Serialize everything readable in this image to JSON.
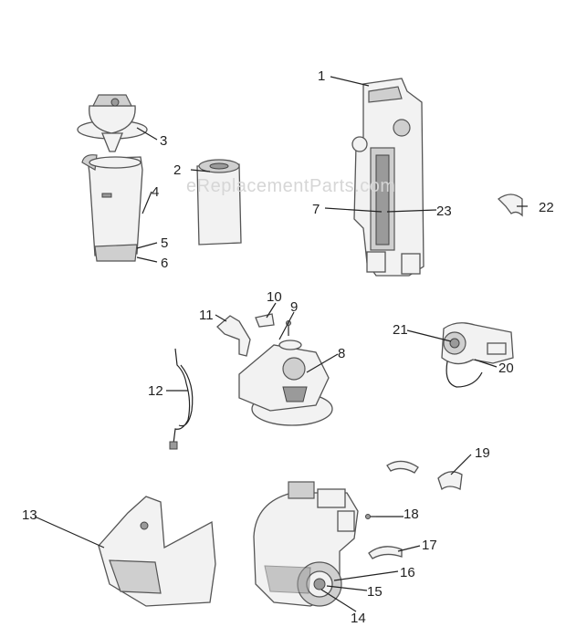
{
  "watermark": "eReplacementParts.com",
  "callouts": [
    {
      "id": "1",
      "label": "1"
    },
    {
      "id": "2",
      "label": "2"
    },
    {
      "id": "3",
      "label": "3"
    },
    {
      "id": "4",
      "label": "4"
    },
    {
      "id": "5",
      "label": "5"
    },
    {
      "id": "6",
      "label": "6"
    },
    {
      "id": "7",
      "label": "7"
    },
    {
      "id": "8",
      "label": "8"
    },
    {
      "id": "9",
      "label": "9"
    },
    {
      "id": "10",
      "label": "10"
    },
    {
      "id": "11",
      "label": "11"
    },
    {
      "id": "12",
      "label": "12"
    },
    {
      "id": "13",
      "label": "13"
    },
    {
      "id": "14",
      "label": "14"
    },
    {
      "id": "15",
      "label": "15"
    },
    {
      "id": "16",
      "label": "16"
    },
    {
      "id": "17",
      "label": "17"
    },
    {
      "id": "18",
      "label": "18"
    },
    {
      "id": "19",
      "label": "19"
    },
    {
      "id": "20",
      "label": "20"
    },
    {
      "id": "21",
      "label": "21"
    },
    {
      "id": "22",
      "label": "22"
    },
    {
      "id": "23",
      "label": "23"
    }
  ]
}
